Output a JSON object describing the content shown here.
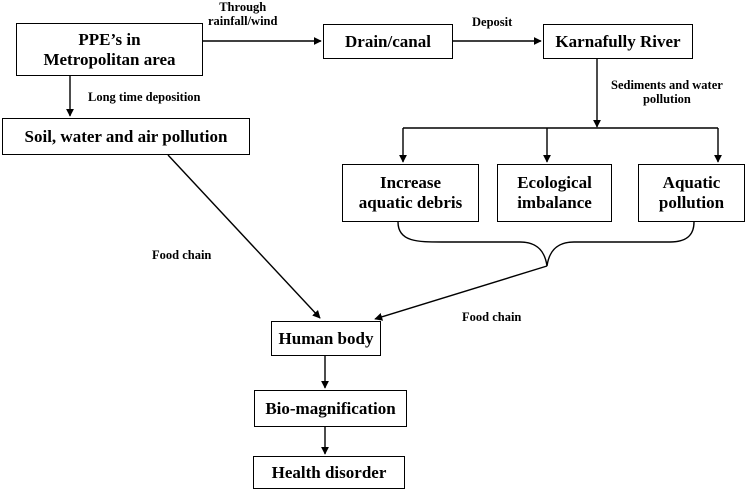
{
  "nodes": {
    "ppe": "PPE’s in\nMetropolitan area",
    "drain": "Drain/canal",
    "river": "Karnafully River",
    "soil": "Soil, water and air pollution",
    "debris": "Increase\naquatic debris",
    "ecological": "Ecological\nimbalance",
    "aquatic": "Aquatic\npollution",
    "human": "Human body",
    "bio": "Bio-magnification",
    "health": "Health disorder"
  },
  "edge_labels": {
    "rainfall": "Through\nrainfall/wind",
    "deposit": "Deposit",
    "long_time": "Long time deposition",
    "sediments": "Sediments and water\npollution",
    "food_chain_left": "Food chain",
    "food_chain_right": "Food chain"
  },
  "colors": {
    "stroke": "#000000",
    "background": "#ffffff"
  }
}
